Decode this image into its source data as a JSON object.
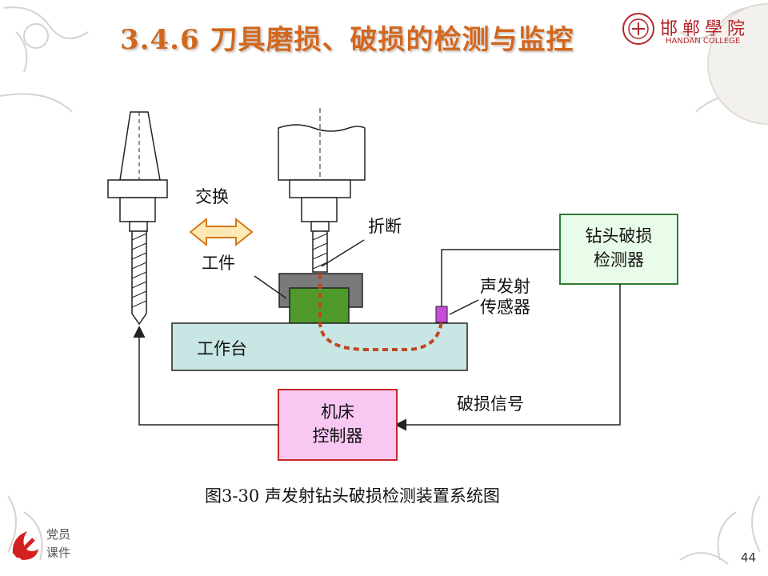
{
  "title": "3.4.6 刀具磨损、破损的检测与监控",
  "college": {
    "name_cn": "邯郸學院",
    "name_en": "HANDAN COLLEGE"
  },
  "labels": {
    "exchange": "交换",
    "workpiece": "工件",
    "break": "折断",
    "worktable": "工作台",
    "sensor_line1": "声发射",
    "sensor_line2": "传感器",
    "break_signal": "破损信号"
  },
  "boxes": {
    "detector_line1": "钻头破损",
    "detector_line2": "检测器",
    "controller_line1": "机床",
    "controller_line2": "控制器"
  },
  "caption": "图3-30  声发射钻头破损检测装置系统图",
  "footer": {
    "party_line1": "党员",
    "party_line2": "课件",
    "page_number": "44"
  },
  "colors": {
    "title": "#d2671e",
    "worktable_fill": "#c8e6e4",
    "workpiece_fill": "#4f9a2a",
    "fixture_fill": "#7a7a7a",
    "detector_border": "#2e7d32",
    "detector_fill": "#e9fbe9",
    "controller_border": "#c62828",
    "controller_fill": "#f8c8f3",
    "sensor_fill": "#c84dd8",
    "signal_path": "#c0471f",
    "arrow_fill": "#fde9b5",
    "arrow_stroke": "#d07a1a"
  }
}
